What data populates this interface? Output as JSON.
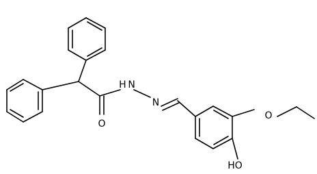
{
  "figure": {
    "kind": "chemical-structure",
    "colors": {
      "background": "#ffffff",
      "ink": "#000000"
    }
  },
  "atoms": {
    "carbonyl_o": "O",
    "amide_nh": "H N",
    "imine_n": "N",
    "ether_o": "O",
    "hydroxyl": "HO"
  }
}
